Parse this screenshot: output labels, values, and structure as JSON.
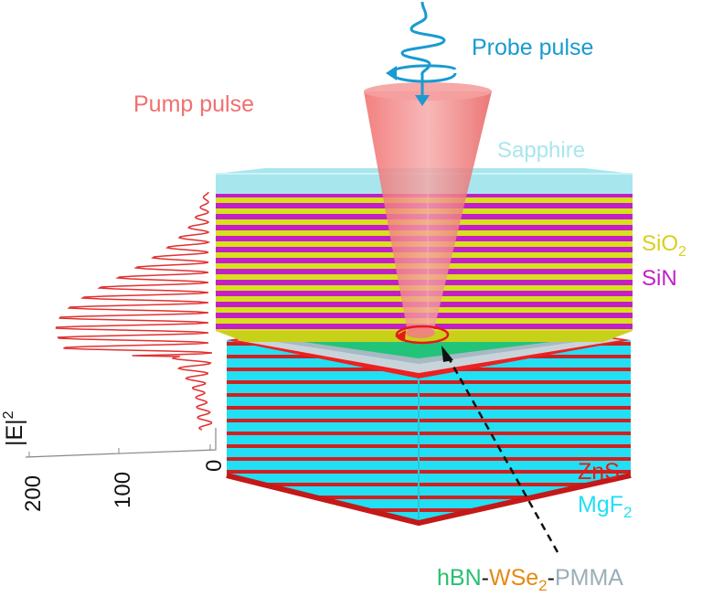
{
  "labels": {
    "probe": "Probe pulse",
    "pump": "Pump pulse",
    "sapphire": "Sapphire",
    "sio2_main": "SiO",
    "sio2_sub": "2",
    "sin": "SiN",
    "zns": "ZnS",
    "mgf2_main": "MgF",
    "mgf2_sub": "2",
    "hbn": "hBN",
    "dash1": "-",
    "wse2_main": "WSe",
    "wse2_sub": "2",
    "dash2": "-",
    "pmma": "PMMA",
    "axis_e": "|E|",
    "axis_e_sup": "2"
  },
  "axis_ticks": [
    "200",
    "100",
    "0"
  ],
  "colors": {
    "probe": "#1a9ad1",
    "pump": "#f07070",
    "sapphire": "#a8e6ee",
    "sio2": "#d8e01c",
    "sin": "#c21fc8",
    "zns": "#e51a1a",
    "mgf2": "#22dff4",
    "hbn": "#28c070",
    "wse2": "#e58a14",
    "pmma": "#9aaeb8",
    "field_trace": "#e33030"
  }
}
